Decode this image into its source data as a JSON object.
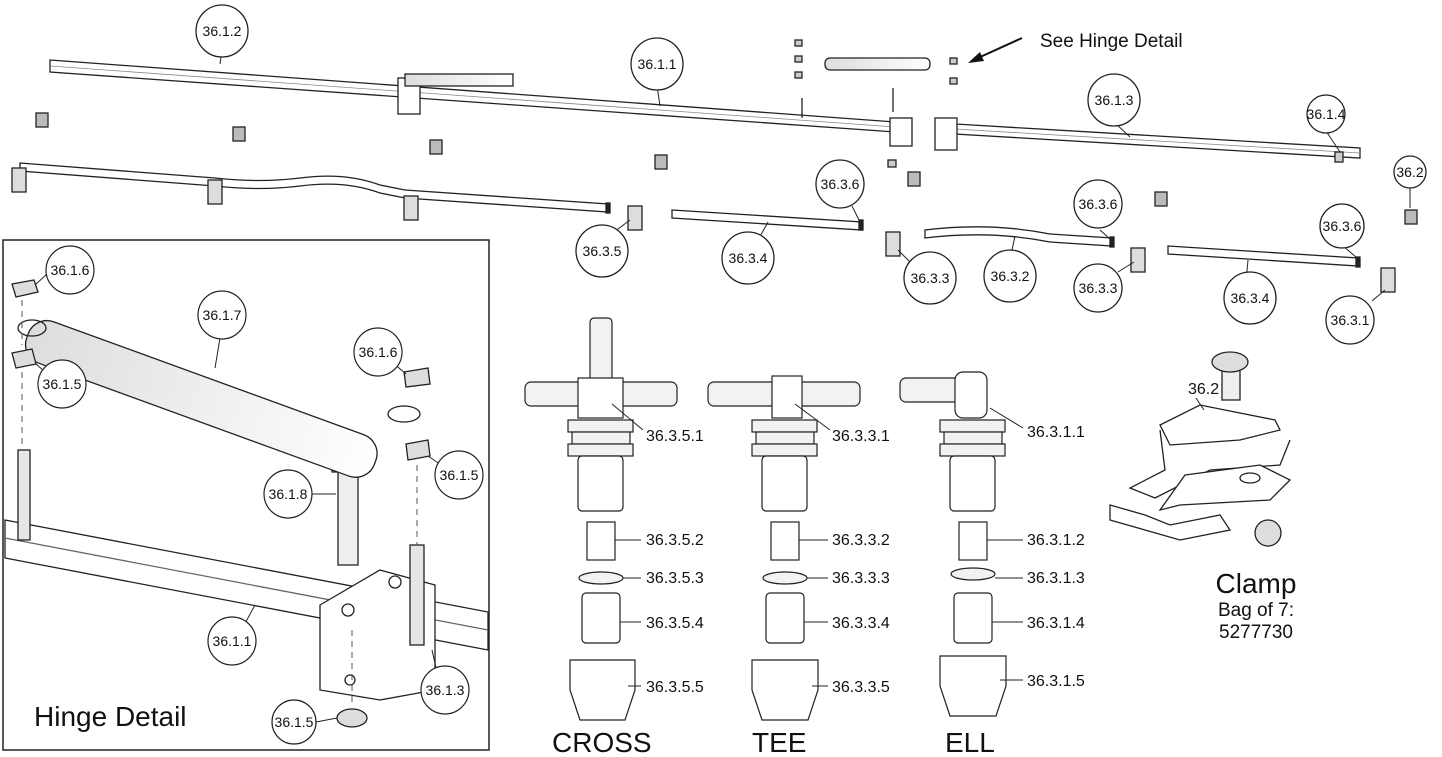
{
  "header": {
    "see_hinge_label": "See Hinge Detail"
  },
  "callouts": {
    "c3612": "36.1.2",
    "c3611": "36.1.1",
    "c3613": "36.1.3",
    "c3614": "36.1.4",
    "c362": "36.2",
    "c3636a": "36.3.6",
    "c3636b": "36.3.6",
    "c3636c": "36.3.6",
    "c3635": "36.3.5",
    "c3634a": "36.3.4",
    "c3633a": "36.3.3",
    "c3632": "36.3.2",
    "c3633b": "36.3.3",
    "c3634b": "36.3.4",
    "c3631": "36.3.1"
  },
  "hinge_detail": {
    "title": "Hinge Detail",
    "callouts": {
      "nut_top_left": "36.1.6",
      "spring": "36.1.7",
      "nut_top_right": "36.1.6",
      "washer_left": "36.1.5",
      "washer_right": "36.1.5",
      "bolt": "36.1.8",
      "bar": "36.1.1",
      "bracket": "36.1.3",
      "washer_bottom": "36.1.5"
    }
  },
  "fittings": {
    "cross": {
      "name": "CROSS",
      "parts": [
        "36.3.5.1",
        "36.3.5.2",
        "36.3.5.3",
        "36.3.5.4",
        "36.3.5.5"
      ]
    },
    "tee": {
      "name": "TEE",
      "parts": [
        "36.3.3.1",
        "36.3.3.2",
        "36.3.3.3",
        "36.3.3.4",
        "36.3.3.5"
      ]
    },
    "ell": {
      "name": "ELL",
      "parts": [
        "36.3.1.1",
        "36.3.1.2",
        "36.3.1.3",
        "36.3.1.4",
        "36.3.1.5"
      ]
    }
  },
  "clamp": {
    "part_label": "36.2",
    "title": "Clamp",
    "bag_text": "Bag of 7:",
    "part_number": "5277730"
  }
}
